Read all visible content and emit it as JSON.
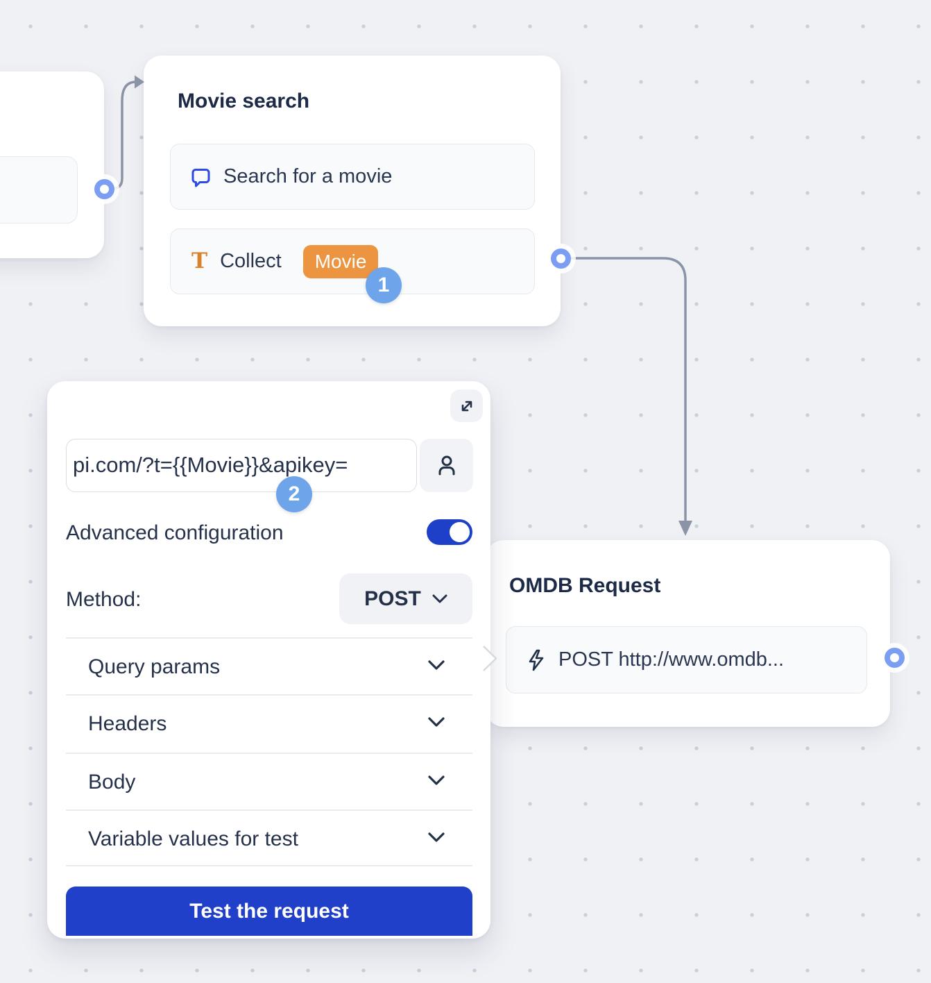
{
  "colors": {
    "accent_blue": "#2140c9",
    "toggle_blue": "#1e40c9",
    "port_blue": "#7c9ef2",
    "step_badge_blue": "#6da4ea",
    "variable_orange": "#ec9440",
    "text_icon_orange": "#d9822b",
    "bubble_icon_blue": "#2b4be4",
    "navy_text": "#223047",
    "connector_gray": "#8b93a6"
  },
  "nodes": {
    "movie_search": {
      "title": "Movie search",
      "message_row": {
        "icon": "chat-bubble-icon",
        "label": "Search for a movie"
      },
      "collect_row": {
        "icon": "text-input-icon",
        "label": "Collect",
        "variable_badge": "Movie"
      },
      "step_badge": "1"
    },
    "omdb_request": {
      "title": "OMDB Request",
      "request_row": {
        "icon": "lightning-icon",
        "label": "POST http://www.omdb..."
      }
    }
  },
  "webhook_panel": {
    "url_input": {
      "value": "pi.com/?t={{Movie}}&apikey="
    },
    "step_badge": "2",
    "advanced_configuration": {
      "label": "Advanced configuration",
      "enabled": true
    },
    "method": {
      "label": "Method:",
      "value": "POST"
    },
    "sections": [
      {
        "label": "Query params"
      },
      {
        "label": "Headers"
      },
      {
        "label": "Body"
      },
      {
        "label": "Variable values for test"
      }
    ],
    "test_button_label": "Test the request"
  }
}
